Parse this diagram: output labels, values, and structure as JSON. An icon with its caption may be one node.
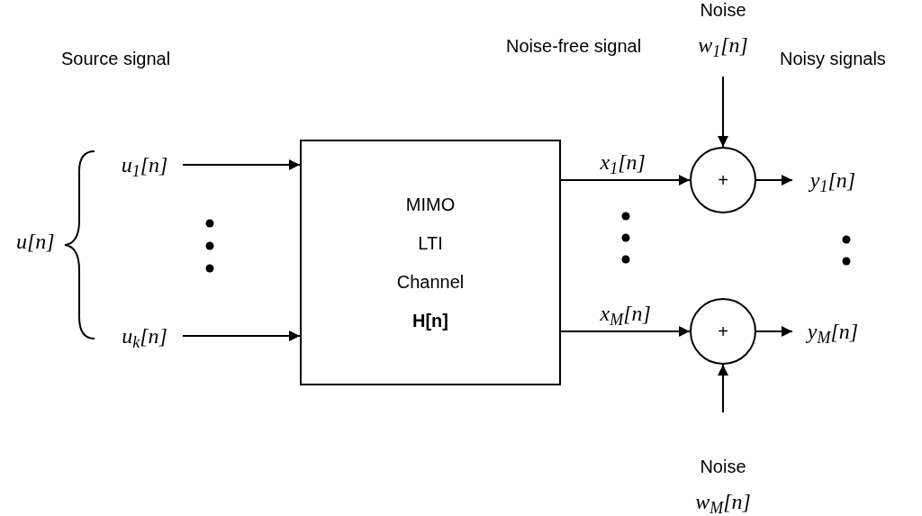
{
  "diagram": {
    "nodes": [
      {
        "text": [
          "u$_{1}$[n]"
        ]
      },
      {
        "text": [
          "u$_{k}$[n]"
        ]
      },
      {
        "text": [
          "MIMO LTI Channel **H[n]**"
        ]
      },
      {
        "text": [
          "+"
        ]
      },
      {
        "text": [
          "+"
        ]
      },
      {
        "text": [
          "Noise",
          "w$_{1}$[n]"
        ]
      },
      {
        "text": [
          "y$_{1}$[n]"
        ]
      },
      {
        "text": [
          "y$_{M}$[n]"
        ]
      },
      {
        "text": [
          "Noise",
          "w$_{M}$[n]"
        ]
      }
    ],
    "edges": [
      {
        "from": 0,
        "to": 2,
        "arrow": "to"
      },
      {
        "from": 1,
        "to": 2,
        "arrow": "to"
      },
      {
        "from": 2,
        "to": 3,
        "arrow": "to",
        "label": "x$_{1}$[n]"
      },
      {
        "from": 2,
        "to": 4,
        "arrow": "to",
        "label": "x$_{M}$[n]"
      },
      {
        "from": 5,
        "to": 3,
        "arrow": "to"
      },
      {
        "from": 8,
        "to": 4,
        "arrow": "to"
      },
      {
        "from": 3,
        "to": 6,
        "arrow": "to"
      },
      {
        "from": 4,
        "to": 7,
        "arrow": "to"
      }
    ],
    "labels": [
      "Source signal",
      "u[n]",
      "Noise-free signal",
      "Noisy signals"
    ]
  }
}
